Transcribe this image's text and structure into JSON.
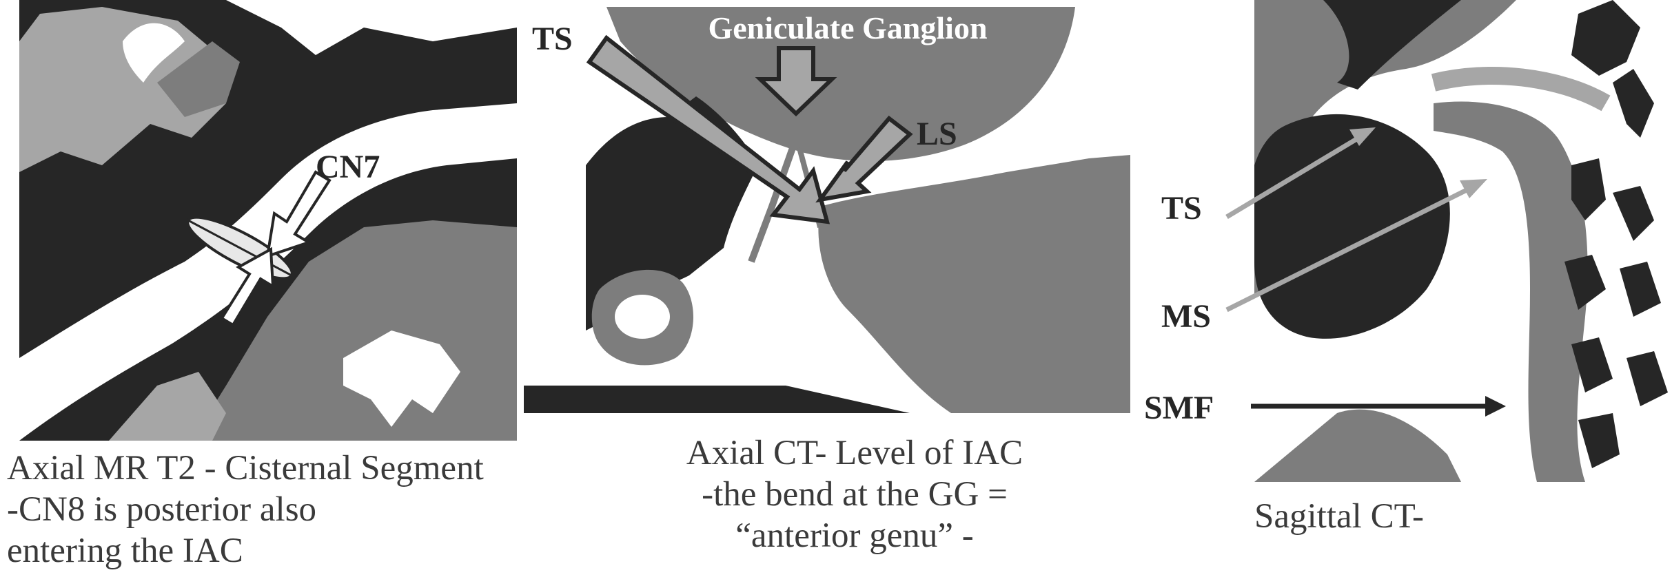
{
  "colors": {
    "dark": "#262626",
    "mid": "#7d7d7d",
    "light": "#a6a6a6",
    "white": "#ffffff",
    "caption": "#3a3a3a"
  },
  "panels": [
    {
      "labels": {
        "cn7": "CN7"
      },
      "caption": "Axial MR T2 - Cisternal Segment\n-CN8 is posterior also\nentering the IAC"
    },
    {
      "labels": {
        "gg": "Geniculate Ganglion",
        "ts": "TS",
        "ls": "LS"
      },
      "caption": "Axial CT-  Level of IAC\n-the bend at the GG =\n“anterior genu” -"
    },
    {
      "labels": {
        "ts": "TS",
        "ms": "MS",
        "smf": "SMF"
      },
      "caption": "Sagittal CT-"
    }
  ]
}
